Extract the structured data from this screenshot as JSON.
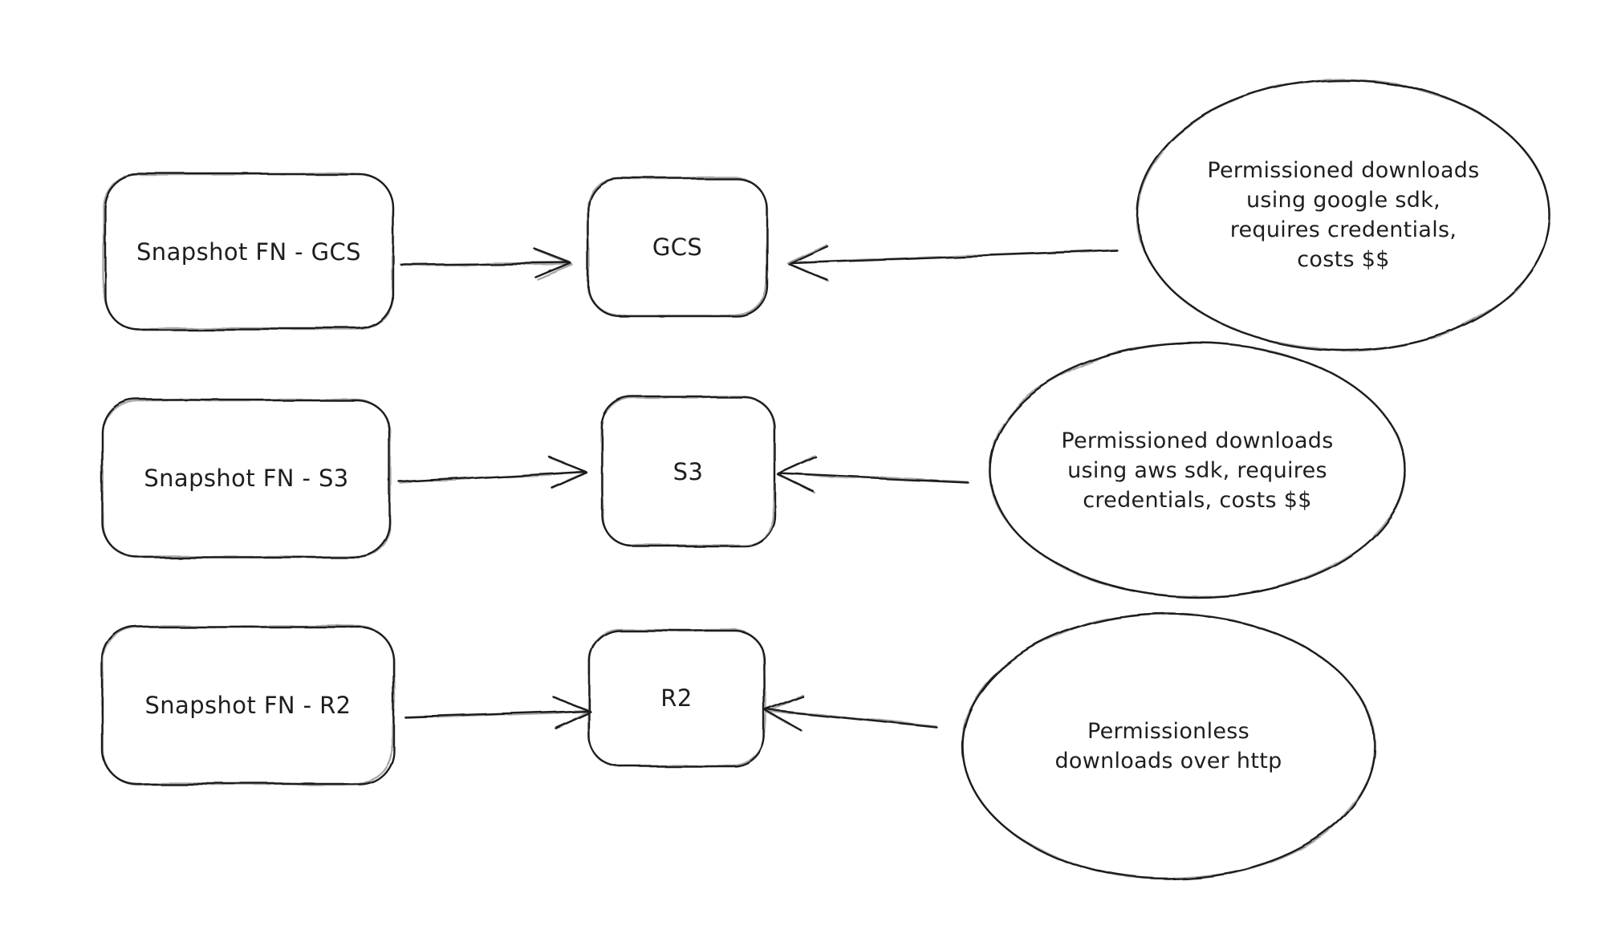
{
  "canvas": {
    "background": "#ffffff",
    "stroke_color": "#1e1e1e"
  },
  "diagram": {
    "rows": [
      {
        "source": {
          "label": "Snapshot FN - GCS"
        },
        "target": {
          "label": "GCS"
        },
        "annotation": {
          "text": "Permissioned downloads\nusing google sdk,\nrequires credentials,\ncosts $$"
        }
      },
      {
        "source": {
          "label": "Snapshot FN - S3"
        },
        "target": {
          "label": "S3"
        },
        "annotation": {
          "text": "Permissioned downloads\nusing aws sdk, requires\ncredentials, costs $$"
        }
      },
      {
        "source": {
          "label": "Snapshot FN - R2"
        },
        "target": {
          "label": "R2"
        },
        "annotation": {
          "text": "Permissionless\ndownloads over http"
        }
      }
    ]
  }
}
